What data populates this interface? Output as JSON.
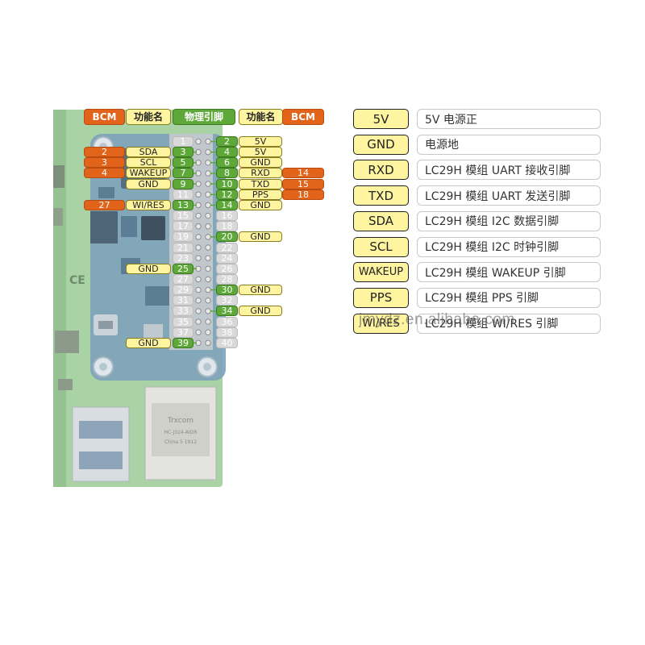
{
  "header": {
    "bcm_left": "BCM",
    "func_left": "功能名",
    "physical": "物理引脚",
    "func_right": "功能名",
    "bcm_right": "BCM"
  },
  "pins": [
    {
      "phys": "1"
    },
    {
      "phys": "2",
      "func": "5V"
    },
    {
      "phys": "3",
      "func": "SDA",
      "bcm": "2"
    },
    {
      "phys": "4",
      "func": "5V"
    },
    {
      "phys": "5",
      "func": "SCL",
      "bcm": "3"
    },
    {
      "phys": "6",
      "func": "GND"
    },
    {
      "phys": "7",
      "func": "WAKEUP",
      "bcm": "4"
    },
    {
      "phys": "8",
      "func": "RXD",
      "bcm": "14"
    },
    {
      "phys": "9",
      "func": "GND"
    },
    {
      "phys": "10",
      "func": "TXD",
      "bcm": "15"
    },
    {
      "phys": "11"
    },
    {
      "phys": "12",
      "func": "PPS",
      "bcm": "18"
    },
    {
      "phys": "13",
      "func": "WI/RES",
      "bcm": "27"
    },
    {
      "phys": "14",
      "func": "GND"
    },
    {
      "phys": "15"
    },
    {
      "phys": "16"
    },
    {
      "phys": "17"
    },
    {
      "phys": "18"
    },
    {
      "phys": "19"
    },
    {
      "phys": "20",
      "func": "GND"
    },
    {
      "phys": "21"
    },
    {
      "phys": "22"
    },
    {
      "phys": "23"
    },
    {
      "phys": "24"
    },
    {
      "phys": "25",
      "func": "GND"
    },
    {
      "phys": "26"
    },
    {
      "phys": "27"
    },
    {
      "phys": "28"
    },
    {
      "phys": "29"
    },
    {
      "phys": "30",
      "func": "GND"
    },
    {
      "phys": "31"
    },
    {
      "phys": "32"
    },
    {
      "phys": "33"
    },
    {
      "phys": "34",
      "func": "GND"
    },
    {
      "phys": "35"
    },
    {
      "phys": "36"
    },
    {
      "phys": "37"
    },
    {
      "phys": "38"
    },
    {
      "phys": "39",
      "func": "GND"
    },
    {
      "phys": "40"
    }
  ],
  "legend": [
    {
      "name": "5V",
      "desc": "5V 电源正"
    },
    {
      "name": "GND",
      "desc": "电源地"
    },
    {
      "name": "RXD",
      "desc": "LC29H 模组 UART 接收引脚"
    },
    {
      "name": "TXD",
      "desc": "LC29H 模组 UART 发送引脚"
    },
    {
      "name": "SDA",
      "desc": "LC29H 模组 I2C 数据引脚"
    },
    {
      "name": "SCL",
      "desc": "LC29H 模组 I2C 时钟引脚"
    },
    {
      "name": "WAKEUP",
      "desc": "LC29H 模组 WAKEUP 引脚"
    },
    {
      "name": "PPS",
      "desc": "LC29H 模组 PPS 引脚"
    },
    {
      "name": "WI/RES",
      "desc": "LC29H 模组 WI/RES 引脚"
    }
  ],
  "board_text": {
    "silk_1": "CE",
    "jack_label_1": "Trxcom",
    "jack_label_2": "HC-J024-AIDR",
    "jack_label_3": "China 5 1912"
  },
  "watermark": "jmydz.en.alibaba.com",
  "colors": {
    "bcm": "#e2631a",
    "function": "#fff5a0",
    "physical_used": "#5ea83a",
    "physical_unused": "#d9d9d9",
    "pcb_base": "#9ec89c",
    "hat": "#6f93ad"
  }
}
